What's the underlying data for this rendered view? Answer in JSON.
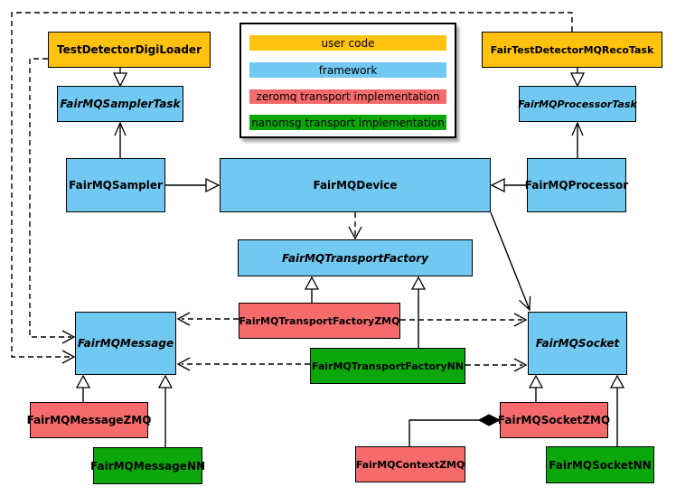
{
  "colors": {
    "user_code": "#FFC20E",
    "framework": "#71C9F1",
    "zeromq": "#F56B6B",
    "nanomsg": "#0BA70B",
    "box_border": "#000000",
    "canvas_bg": "#FFFFFF"
  },
  "legend": {
    "items": [
      {
        "label": "user code"
      },
      {
        "label": "framework"
      },
      {
        "label": "zeromq transport implementation"
      },
      {
        "label": "nanomsg transport implementation"
      }
    ]
  },
  "nodes": {
    "test_detector_digi_loader": {
      "label": "TestDetectorDigiLoader"
    },
    "fair_test_detector_mq_reco_task": {
      "label": "FairTestDetectorMQRecoTask"
    },
    "fairmq_sampler_task": {
      "label": "FairMQSamplerTask"
    },
    "fairmq_processor_task": {
      "label": "FairMQProcessorTask"
    },
    "fairmq_sampler": {
      "label": "FairMQSampler"
    },
    "fairmq_device": {
      "label": "FairMQDevice"
    },
    "fairmq_processor": {
      "label": "FairMQProcessor"
    },
    "fairmq_transport_factory": {
      "label": "FairMQTransportFactory"
    },
    "fairmq_transport_factory_zmq": {
      "label": "FairMQTransportFactoryZMQ"
    },
    "fairmq_transport_factory_nn": {
      "label": "FairMQTransportFactoryNN"
    },
    "fairmq_message": {
      "label": "FairMQMessage"
    },
    "fairmq_socket": {
      "label": "FairMQSocket"
    },
    "fairmq_message_zmq": {
      "label": "FairMQMessageZMQ"
    },
    "fairmq_message_nn": {
      "label": "FairMQMessageNN"
    },
    "fairmq_context_zmq": {
      "label": "FairMQContextZMQ"
    },
    "fairmq_socket_zmq": {
      "label": "FairMQSocketZMQ"
    },
    "fairmq_socket_nn": {
      "label": "FairMQSocketNN"
    }
  }
}
